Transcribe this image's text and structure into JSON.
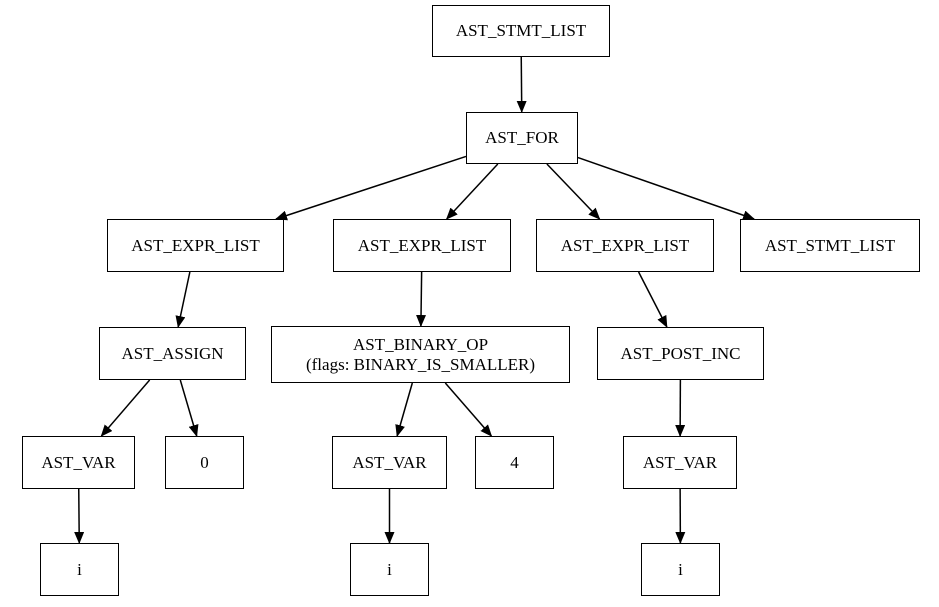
{
  "nodes": {
    "stmt_list_root": {
      "label": "AST_STMT_LIST"
    },
    "for": {
      "label": "AST_FOR"
    },
    "expr_list_1": {
      "label": "AST_EXPR_LIST"
    },
    "expr_list_2": {
      "label": "AST_EXPR_LIST"
    },
    "expr_list_3": {
      "label": "AST_EXPR_LIST"
    },
    "stmt_list_body": {
      "label": "AST_STMT_LIST"
    },
    "assign": {
      "label": "AST_ASSIGN"
    },
    "binary_op": {
      "label": "AST_BINARY_OP",
      "sublabel": "(flags: BINARY_IS_SMALLER)"
    },
    "post_inc": {
      "label": "AST_POST_INC"
    },
    "var_1": {
      "label": "AST_VAR"
    },
    "zero": {
      "label": "0"
    },
    "var_2": {
      "label": "AST_VAR"
    },
    "four": {
      "label": "4"
    },
    "var_3": {
      "label": "AST_VAR"
    },
    "i_1": {
      "label": "i"
    },
    "i_2": {
      "label": "i"
    },
    "i_3": {
      "label": "i"
    }
  },
  "edges": [
    [
      "stmt_list_root",
      "for"
    ],
    [
      "for",
      "expr_list_1"
    ],
    [
      "for",
      "expr_list_2"
    ],
    [
      "for",
      "expr_list_3"
    ],
    [
      "for",
      "stmt_list_body"
    ],
    [
      "expr_list_1",
      "assign"
    ],
    [
      "expr_list_2",
      "binary_op"
    ],
    [
      "expr_list_3",
      "post_inc"
    ],
    [
      "assign",
      "var_1"
    ],
    [
      "assign",
      "zero"
    ],
    [
      "binary_op",
      "var_2"
    ],
    [
      "binary_op",
      "four"
    ],
    [
      "post_inc",
      "var_3"
    ],
    [
      "var_1",
      "i_1"
    ],
    [
      "var_2",
      "i_2"
    ],
    [
      "var_3",
      "i_3"
    ]
  ]
}
